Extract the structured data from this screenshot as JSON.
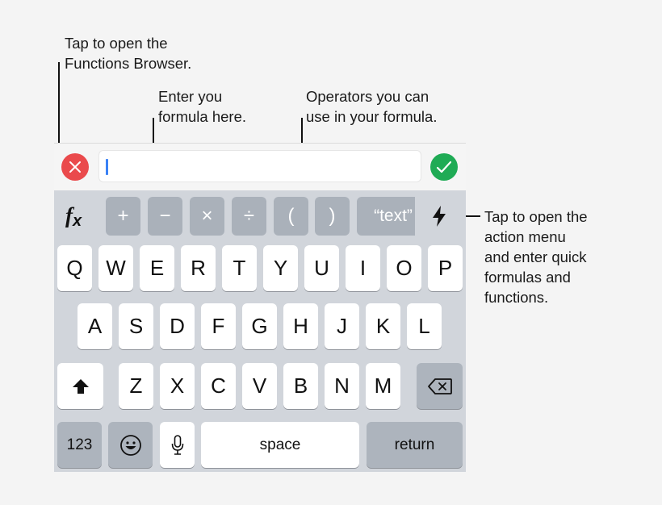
{
  "callouts": {
    "functions_browser": {
      "line1": "Tap to open the",
      "line2": "Functions Browser."
    },
    "formula_entry": {
      "line1": "Enter you",
      "line2": "formula here."
    },
    "operators": {
      "line1": "Operators you can",
      "line2": "use in your formula."
    },
    "action_menu": {
      "line1": "Tap to open the",
      "line2": "action menu",
      "line3": "and enter quick",
      "line4": "formulas and",
      "line5": "functions."
    }
  },
  "formula_bar": {
    "cancel_icon": "x-mark",
    "confirm_icon": "checkmark",
    "input_value": "",
    "cancel_color": "#ea4a4c",
    "confirm_color": "#1fab55",
    "caret_color": "#3b82f6"
  },
  "operator_row": {
    "functions_button": {
      "label": "f",
      "sub": "x"
    },
    "operators": [
      "+",
      "−",
      "×",
      "÷",
      "(",
      ")",
      "“text”"
    ],
    "action_icon": "lightning-bolt"
  },
  "keyboard": {
    "row1": [
      "Q",
      "W",
      "E",
      "R",
      "T",
      "Y",
      "U",
      "I",
      "O",
      "P"
    ],
    "row2": [
      "A",
      "S",
      "D",
      "F",
      "G",
      "H",
      "J",
      "K",
      "L"
    ],
    "row3": [
      "Z",
      "X",
      "C",
      "V",
      "B",
      "N",
      "M"
    ],
    "shift_icon": "shift-arrow",
    "delete_icon": "backspace",
    "numbers_label": "123",
    "emoji_icon": "smiley-face",
    "mic_icon": "microphone",
    "space_label": "space",
    "return_label": "return"
  }
}
